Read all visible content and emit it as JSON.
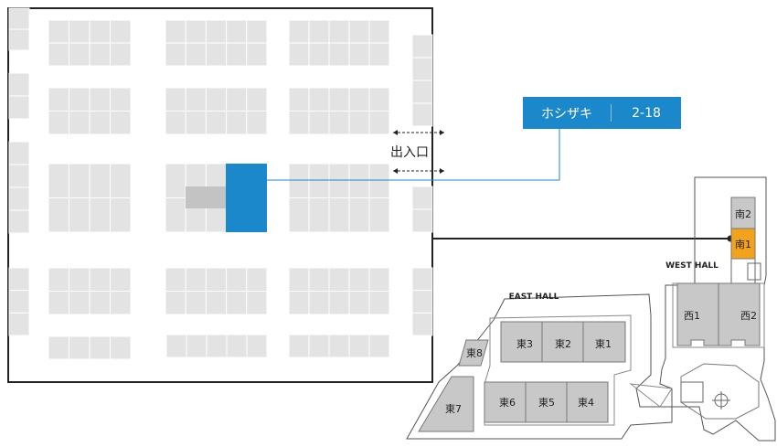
{
  "exhibitor": {
    "name": "ホシザキ",
    "booth": "2-18"
  },
  "entrance_label": "出入口",
  "halls": {
    "west_hall_label": "WEST HALL",
    "east_hall_label": "EAST HALL",
    "south": [
      "南1",
      "南2"
    ],
    "west": [
      "西1",
      "西2"
    ],
    "east": [
      "東1",
      "東2",
      "東3",
      "東4",
      "東5",
      "東6",
      "東7",
      "東8"
    ]
  },
  "colors": {
    "booth_highlight": "#1b88cc",
    "hall_highlight": "#f2a31b",
    "booth_grey": "#e3e3e3",
    "booth_line": "#ffffff",
    "reserved_grey": "#c3c3c3",
    "hall_grey": "#c8c8c8"
  },
  "highlighted_hall": "南1"
}
